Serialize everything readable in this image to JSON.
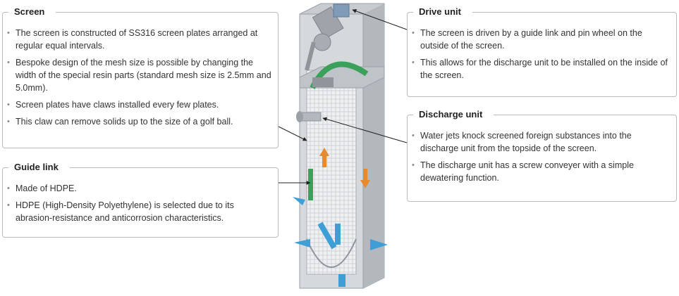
{
  "screen": {
    "title": "Screen",
    "items": [
      "The screen is constructed of SS316 screen plates arranged at regular equal intervals.",
      "Bespoke design of the mesh size is possible by changing the width of the special resin parts (standard mesh size is 2.5mm and 5.0mm).",
      "Screen plates have claws installed every few plates.",
      "This claw can remove solids up to the size of a golf ball."
    ]
  },
  "guide_link": {
    "title": "Guide link",
    "items": [
      "Made of HDPE.",
      "HDPE (High-Density Polyethylene) is selected due to its abrasion-resistance and anticorrosion characteristics."
    ]
  },
  "drive_unit": {
    "title": "Drive unit",
    "items": [
      "The screen is driven by a guide link and pin wheel on the outside of the screen.",
      "This allows for the discharge unit to be installed on the inside of the screen."
    ]
  },
  "discharge_unit": {
    "title": "Discharge unit",
    "items": [
      "Water jets knock screened foreign substances into the discharge unit from the topside of the screen.",
      "The discharge unit has a screw conveyer with a simple dewatering function."
    ]
  },
  "colors": {
    "frame": "#c8ccd0",
    "frame_dark": "#9aa0a6",
    "screen": "#e6e8ea",
    "guide_green": "#3aa05a",
    "flow_blue": "#3d9fd6",
    "flow_orange": "#e68a2e",
    "motor_blue": "#7f9bb8"
  }
}
